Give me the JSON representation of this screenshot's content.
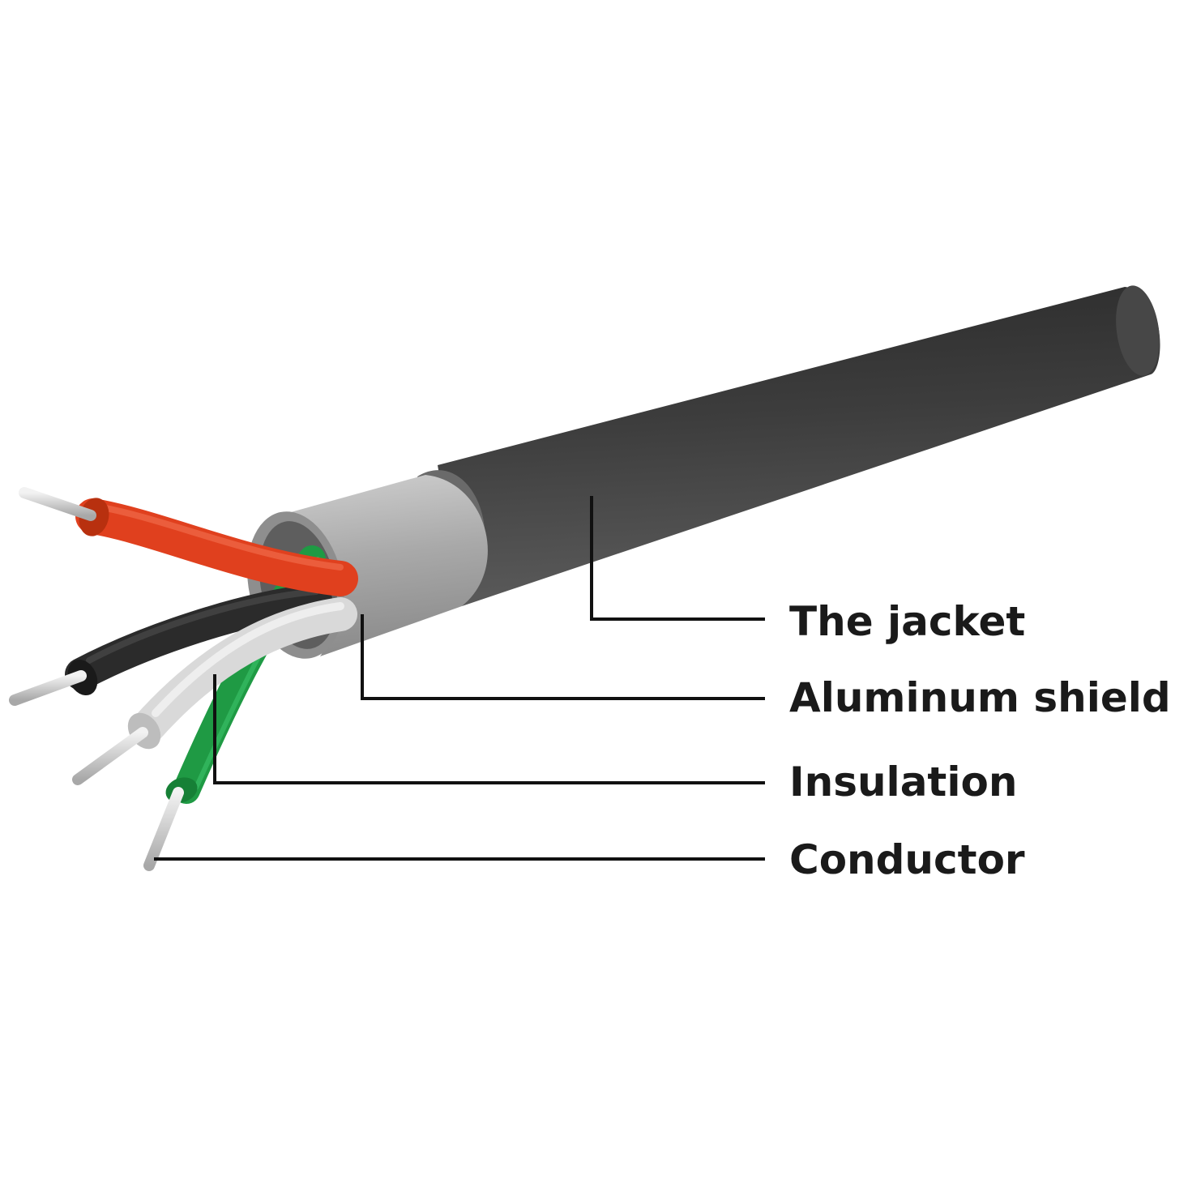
{
  "labels": {
    "jacket": "The jacket",
    "shield": "Aluminum shield",
    "insulation": "Insulation",
    "conductor": "Conductor"
  },
  "colors": {
    "jacket": "#3a3a3a",
    "shield": "#a6a6a6",
    "wire_red": "#e0401e",
    "wire_black": "#2b2b2b",
    "wire_white": "#dcdcdc",
    "wire_green": "#1f9a44",
    "conductor": "#c8c8c8"
  }
}
